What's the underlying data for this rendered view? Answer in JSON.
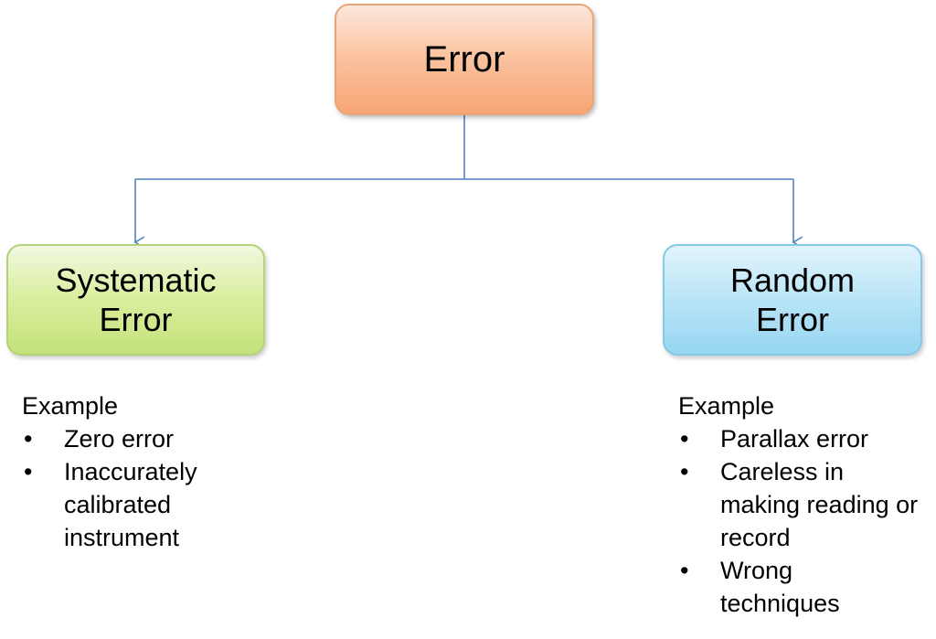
{
  "root": {
    "label": "Error"
  },
  "branches": {
    "left": {
      "label_line1": "Systematic",
      "label_line2": "Error",
      "example_heading": "Example",
      "examples": [
        "Zero error",
        "Inaccurately calibrated instrument"
      ]
    },
    "right": {
      "label_line1": "Random",
      "label_line2": "Error",
      "example_heading": "Example",
      "examples": [
        "Parallax error",
        "Careless in making reading or record",
        "Wrong techniques"
      ]
    }
  },
  "colors": {
    "connector": "#4f81bd",
    "root_fill": "#fbc4a2",
    "left_fill": "#d9ee9d",
    "right_fill": "#b9e4f6"
  }
}
